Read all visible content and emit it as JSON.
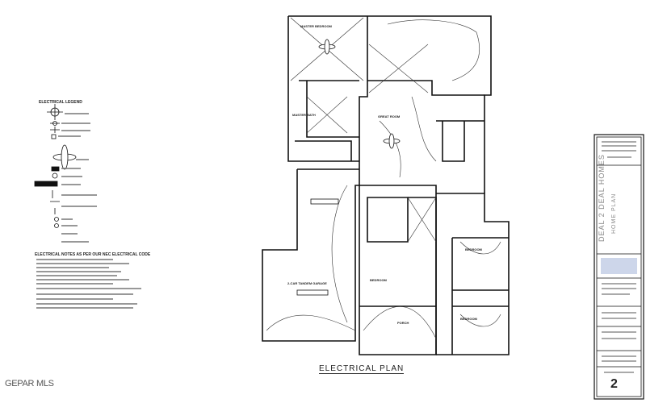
{
  "drawing": {
    "title": "ELECTRICAL PLAN",
    "watermark": "GEPAR MLS",
    "legend": {
      "title": "ELECTRICAL LEGEND",
      "notes_title": "ELECTRICAL NOTES AS PER OUR NEC ELECTRICAL CODE"
    },
    "rooms": {
      "master_bedroom": "MASTER BEDROOM",
      "master_bath": "MASTER BATH",
      "great_room": "GREAT ROOM",
      "garage": "2-CAR TANDEM GARAGE",
      "bedroom_1": "BEDROOM",
      "bedroom_2": "BEDROOM",
      "bedroom_3": "BEDROOM",
      "porch": "PORCH"
    },
    "title_block": {
      "company": "DEAL 2 DEAL HOMES",
      "plan": "HOME PLAN",
      "sheet_number": "2"
    }
  }
}
